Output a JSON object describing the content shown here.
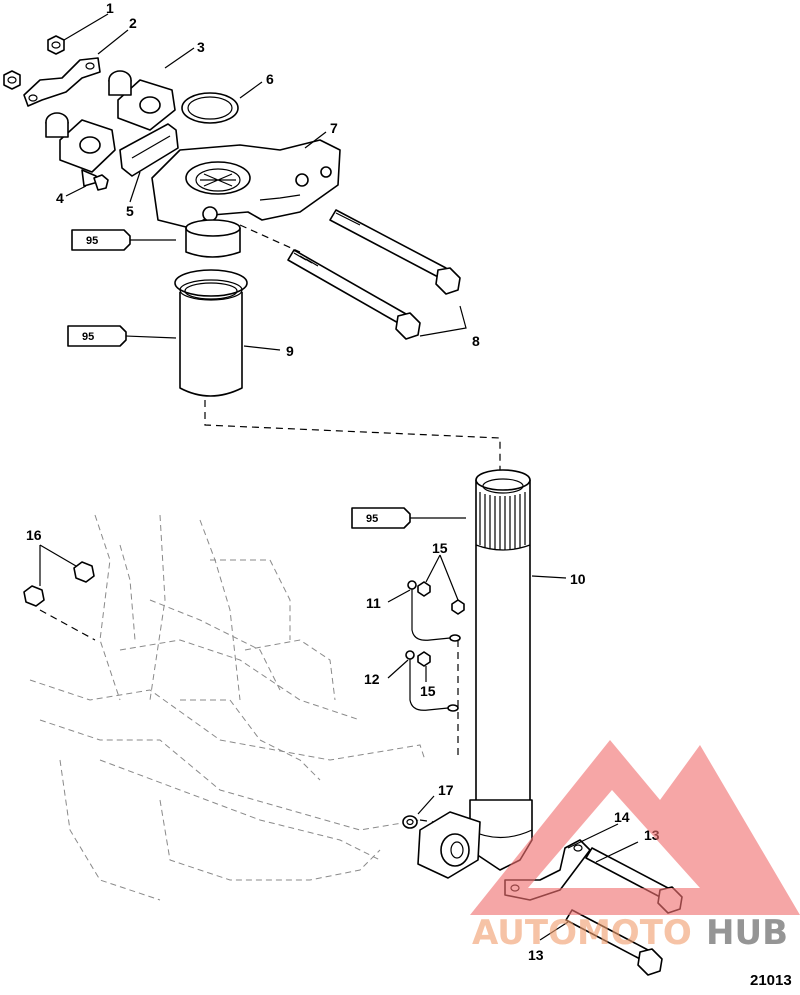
{
  "diagram": {
    "figure_number": "21013",
    "labels": {
      "l1": "1",
      "l2": "2",
      "l3": "3",
      "l4": "4",
      "l5": "5",
      "l6": "6",
      "l7": "7",
      "l8": "8",
      "l9": "9",
      "l10": "10",
      "l11": "11",
      "l12": "12",
      "l13a": "13",
      "l13b": "13",
      "l14": "14",
      "l15a": "15",
      "l15b": "15",
      "l16": "16",
      "l17": "17"
    },
    "lubricant_tubes": {
      "tube_top": "95",
      "tube_middle": "95",
      "tube_right": "95"
    }
  },
  "watermark": {
    "text_part1": "AUTOMOTO",
    "text_part2": "HUB",
    "color_primary": "#f07070",
    "color_secondary": "#555555"
  }
}
